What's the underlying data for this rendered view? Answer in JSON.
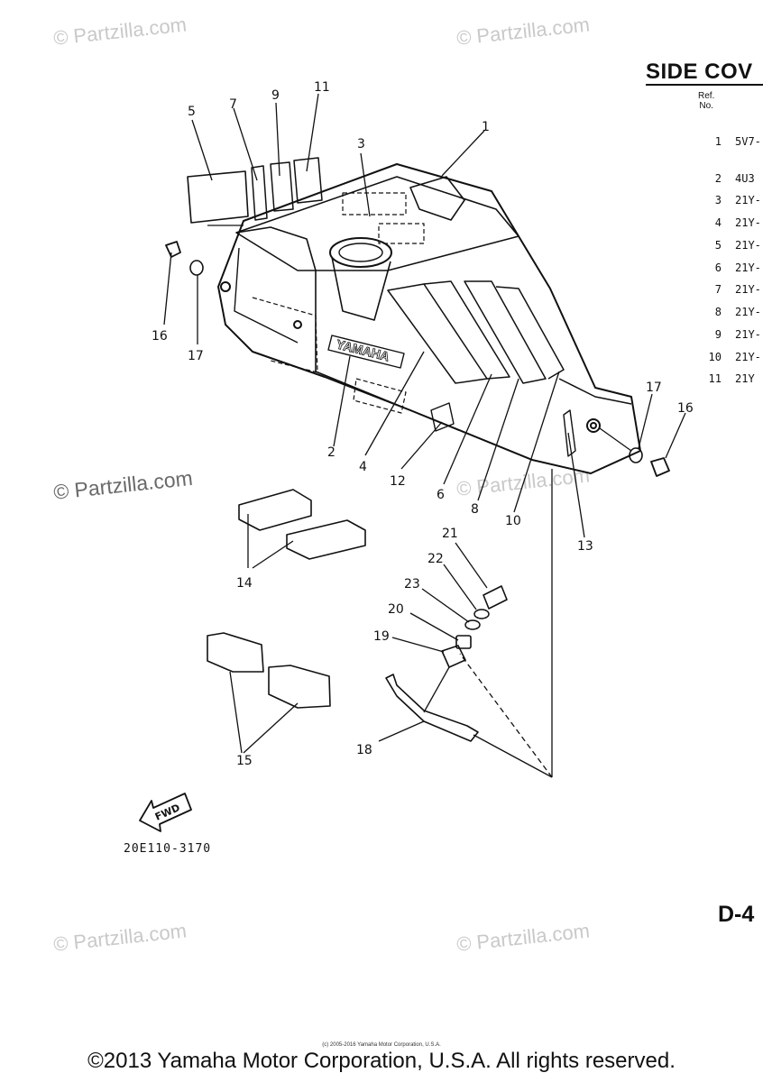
{
  "watermarks": [
    "© Partzilla.com",
    "© Partzilla.com",
    "© Partzilla.com",
    "© Partzilla.com",
    "© Partzilla.com",
    "© Partzilla.com"
  ],
  "section": {
    "title": "SIDE COV",
    "ref_header": "Ref.\nNo."
  },
  "parts_list": [
    {
      "ref": "1",
      "code": "5V7-"
    },
    {
      "ref": "2",
      "code": "4U3"
    },
    {
      "ref": "3",
      "code": "21Y-"
    },
    {
      "ref": "4",
      "code": "21Y-"
    },
    {
      "ref": "5",
      "code": "21Y-"
    },
    {
      "ref": "6",
      "code": "21Y-"
    },
    {
      "ref": "7",
      "code": "21Y-"
    },
    {
      "ref": "8",
      "code": "21Y-"
    },
    {
      "ref": "9",
      "code": "21Y-"
    },
    {
      "ref": "10",
      "code": "21Y-"
    },
    {
      "ref": "11",
      "code": "21Y"
    }
  ],
  "callouts": [
    "1",
    "2",
    "3",
    "4",
    "5",
    "6",
    "7",
    "8",
    "9",
    "10",
    "11",
    "12",
    "13",
    "14",
    "15",
    "16",
    "17",
    "16",
    "17",
    "18",
    "19",
    "20",
    "21",
    "22",
    "23"
  ],
  "brand_text": "YAMAHA",
  "fwd_label": "FWD",
  "diagram_code": "20E110-3170",
  "page_code": "D-4",
  "small_copyright": "(c) 2005-2016 Yamaha Motor Corporation, U.S.A.",
  "footer": "©2013 Yamaha Motor Corporation, U.S.A. All rights reserved."
}
